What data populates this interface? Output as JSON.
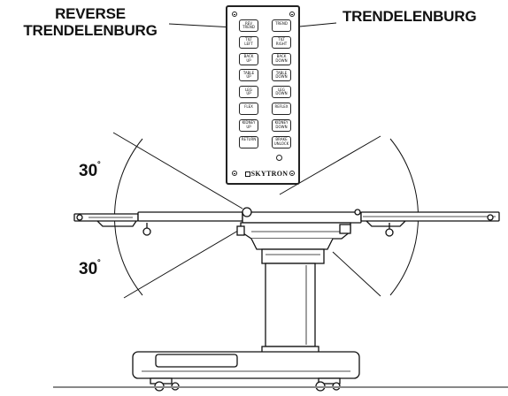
{
  "labels": {
    "reverse_line1": "REVERSE",
    "reverse_line2": "TRENDELENBURG",
    "trendelenburg": "TRENDELENBURG",
    "angle_up": "30",
    "angle_down": "30",
    "degree_symbol": "˚"
  },
  "pendant": {
    "brand": "SKYTRON",
    "left_buttons": [
      {
        "line1": "REV",
        "line2": "TREND"
      },
      {
        "line1": "TILT",
        "line2": "LEFT"
      },
      {
        "line1": "BACK",
        "line2": "UP"
      },
      {
        "line1": "TABLE",
        "line2": "UP"
      },
      {
        "line1": "LEG",
        "line2": "UP"
      },
      {
        "line1": "FLEX",
        "line2": ""
      },
      {
        "line1": "KIDNEY",
        "line2": "UP"
      },
      {
        "line1": "RETURN",
        "line2": ""
      }
    ],
    "right_buttons": [
      {
        "line1": "TREND",
        "line2": ""
      },
      {
        "line1": "TILT",
        "line2": "RIGHT"
      },
      {
        "line1": "BACK",
        "line2": "DOWN"
      },
      {
        "line1": "TABLE",
        "line2": "DOWN"
      },
      {
        "line1": "LEG",
        "line2": "DOWN"
      },
      {
        "line1": "REFLEX",
        "line2": ""
      },
      {
        "line1": "KIDNEY",
        "line2": "DOWN"
      },
      {
        "line1": "BRAKE",
        "line2": "UNLOCK"
      }
    ]
  }
}
